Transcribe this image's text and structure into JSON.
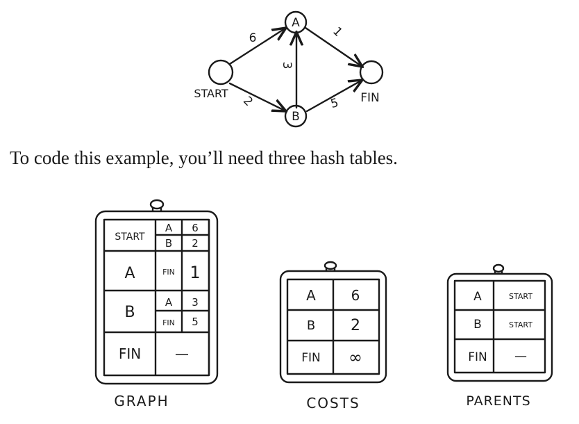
{
  "graph": {
    "nodes": {
      "start": "START",
      "a": "A",
      "b": "B",
      "fin": "FIN"
    },
    "edges": [
      {
        "from": "START",
        "to": "A",
        "weight": "6"
      },
      {
        "from": "START",
        "to": "B",
        "weight": "2"
      },
      {
        "from": "B",
        "to": "A",
        "weight": "3"
      },
      {
        "from": "A",
        "to": "FIN",
        "weight": "1"
      },
      {
        "from": "B",
        "to": "FIN",
        "weight": "5"
      }
    ]
  },
  "caption": "To code this example, you’ll need three hash tables.",
  "tables": {
    "graph": {
      "label": "GRAPH",
      "rows": [
        {
          "key": "START",
          "neighbors": [
            {
              "node": "A",
              "cost": "6"
            },
            {
              "node": "B",
              "cost": "2"
            }
          ]
        },
        {
          "key": "A",
          "neighbors": [
            {
              "node": "FIN",
              "cost": "1"
            }
          ]
        },
        {
          "key": "B",
          "neighbors": [
            {
              "node": "A",
              "cost": "3"
            },
            {
              "node": "FIN",
              "cost": "5"
            }
          ]
        },
        {
          "key": "FIN",
          "value": "—"
        }
      ]
    },
    "costs": {
      "label": "COSTS",
      "rows": [
        {
          "key": "A",
          "value": "6"
        },
        {
          "key": "B",
          "value": "2"
        },
        {
          "key": "FIN",
          "value": "∞"
        }
      ]
    },
    "parents": {
      "label": "PARENTS",
      "rows": [
        {
          "key": "A",
          "value": "START"
        },
        {
          "key": "B",
          "value": "START"
        },
        {
          "key": "FIN",
          "value": "—"
        }
      ]
    }
  }
}
